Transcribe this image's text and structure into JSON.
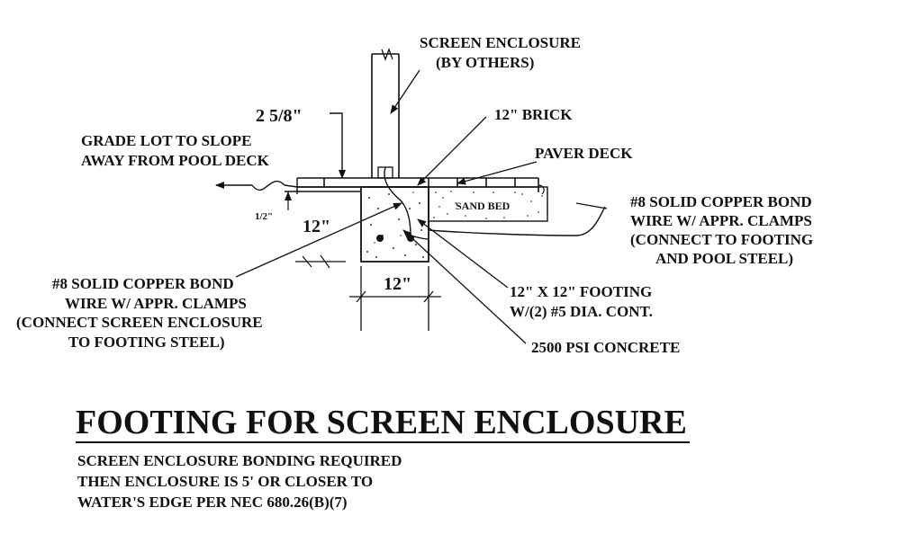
{
  "labels": {
    "screen_enclosure_1": "SCREEN ENCLOSURE",
    "screen_enclosure_2": "(BY OTHERS)",
    "brick": "12\" BRICK",
    "paver_deck": "PAVER DECK",
    "grade_1": "GRADE LOT TO SLOPE",
    "grade_2": "AWAY FROM POOL DECK",
    "bond_right_1": "#8 SOLID COPPER BOND",
    "bond_right_2": "WIRE W/ APPR. CLAMPS",
    "bond_right_3": "(CONNECT TO FOOTING",
    "bond_right_4": "AND POOL STEEL)",
    "bond_left_1": "#8 SOLID COPPER BOND",
    "bond_left_2": "WIRE W/ APPR. CLAMPS",
    "bond_left_3": "(CONNECT SCREEN ENCLOSURE",
    "bond_left_4": "TO FOOTING STEEL)",
    "footing_1": "12\" X 12\" FOOTING",
    "footing_2": "W/(2) #5 DIA. CONT.",
    "concrete": "2500 PSI CONCRETE",
    "sand_bed": "SAND BED"
  },
  "dimensions": {
    "top": "2 5/8\"",
    "height": "12\"",
    "width": "12\"",
    "small": "1/2\""
  },
  "title": "FOOTING FOR SCREEN ENCLOSURE",
  "notes": [
    "SCREEN ENCLOSURE BONDING REQUIRED",
    "THEN ENCLOSURE IS 5' OR CLOSER TO",
    "WATER'S EDGE PER NEC 680.26(B)(7)"
  ]
}
